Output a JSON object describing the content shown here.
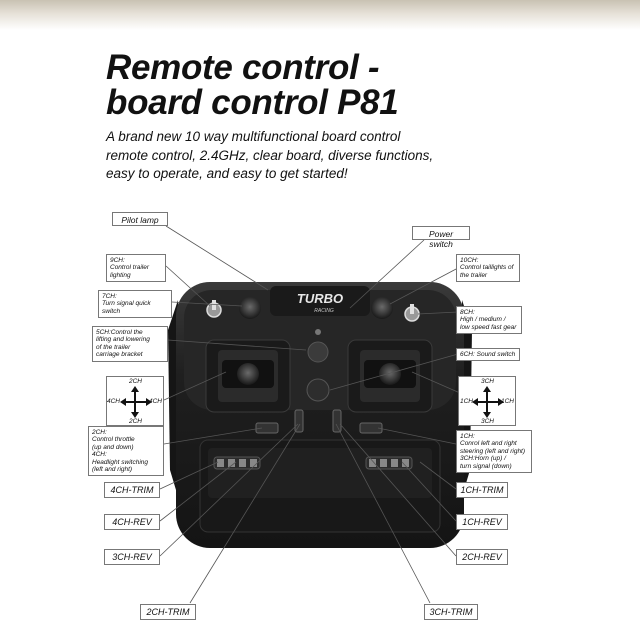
{
  "title": {
    "line1": "Remote control -",
    "line2": "board control P81"
  },
  "description": {
    "line1": "A brand new 10 way multifunctional board control",
    "line2": "remote control, 2.4GHz, clear board, diverse functions,",
    "line3": "easy to operate, and easy to get started!"
  },
  "brand": {
    "logo": "TURBO",
    "sub": "RACING"
  },
  "callouts": {
    "pilot_lamp": "Pilot lamp",
    "power_switch": "Power switch",
    "ch9": {
      "l1": "9CH:",
      "l2": "Control trailer",
      "l3": "lighting"
    },
    "ch7": {
      "l1": "7CH:",
      "l2": "Turn signal quick",
      "l3": "switch"
    },
    "ch5": {
      "l1": "5CH:Control the",
      "l2": "lifting and lowering",
      "l3": "of the trailer",
      "l4": "carriage bracket"
    },
    "ch10": {
      "l1": "10CH:",
      "l2": "Control taillights of",
      "l3": "the trailer"
    },
    "ch8": {
      "l1": "8CH:",
      "l2": "High / medium /",
      "l3": "low speed fast gear"
    },
    "ch6": "6CH: Sound switch",
    "ch2_ch4": {
      "l1": "2CH:",
      "l2": "Control throttle",
      "l3": "(up and down)",
      "l4": "4CH:",
      "l5": "Headlight switching",
      "l6": "(left and right)"
    },
    "ch1_ch3": {
      "l1": "1CH:",
      "l2": "Conrol left and right",
      "l3": "steering (left and right)",
      "l4": "3CH:Horn (up) /",
      "l5": "turn signal (down)"
    }
  },
  "direction_left": {
    "top": "2CH",
    "bottom": "2CH",
    "left": "4CH",
    "right": "4CH"
  },
  "direction_right": {
    "top": "3CH",
    "bottom": "3CH",
    "left": "1CH",
    "right": "1CH"
  },
  "trims": {
    "ch4_trim": "4CH-TRIM",
    "ch4_rev": "4CH-REV",
    "ch3_rev": "3CH-REV",
    "ch2_trim": "2CH-TRIM",
    "ch1_trim": "1CH-TRIM",
    "ch1_rev": "1CH-REV",
    "ch2_rev": "2CH-REV",
    "ch3_trim": "3CH-TRIM"
  }
}
